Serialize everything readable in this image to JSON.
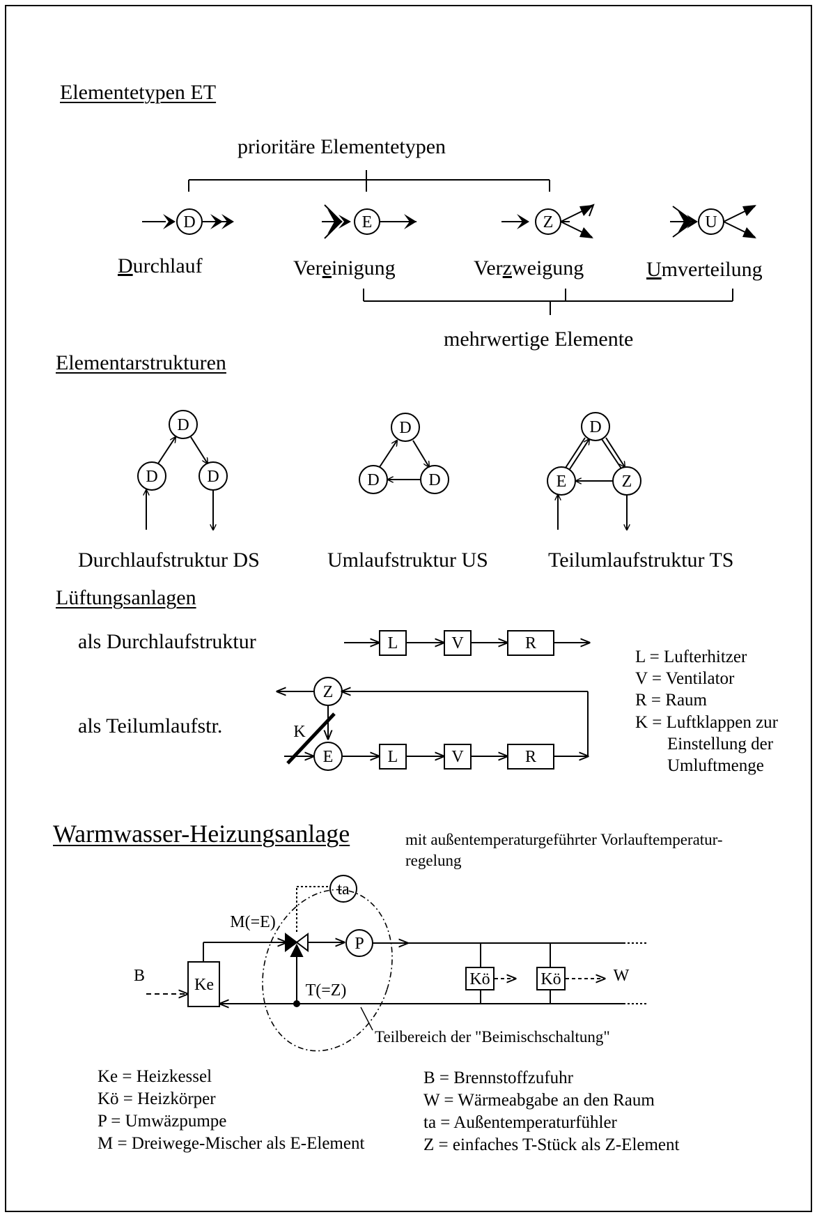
{
  "heading_elementtypes": "Elementetypen ET",
  "priority_label": "prioritäre Elementetypen",
  "element_types": [
    {
      "symbol": "D",
      "name": "Durchlauf",
      "underlined_letter": "D"
    },
    {
      "symbol": "E",
      "name": "Vereinigung",
      "underlined_letter": "e"
    },
    {
      "symbol": "Z",
      "name": "Verzweigung",
      "underlined_letter": "z"
    },
    {
      "symbol": "U",
      "name": "Umverteilung",
      "underlined_letter": "U"
    }
  ],
  "multivalued_label": "mehrwertige Elemente",
  "heading_structures": "Elementarstrukturen",
  "structures": [
    {
      "name": "Durchlaufstruktur DS",
      "nodes": [
        "D",
        "D",
        "D"
      ]
    },
    {
      "name": "Umlaufstruktur US",
      "nodes": [
        "D",
        "D",
        "D"
      ]
    },
    {
      "name": "Teilumlaufstruktur TS",
      "nodes": [
        "D",
        "E",
        "Z"
      ]
    }
  ],
  "heading_ventilation": "Lüftungsanlagen",
  "ventilation": {
    "row1_label": "als Durchlaufstruktur",
    "row2_label": "als Teilumlaufstr.",
    "boxes": [
      "L",
      "V",
      "R"
    ],
    "nodes": {
      "z": "Z",
      "e": "E",
      "k": "K"
    },
    "legend": [
      "L = Lufterhitzer",
      "V = Ventilator",
      "R = Raum",
      "K = Luftklappen zur",
      "Einstellung der",
      "Umluftmenge"
    ]
  },
  "heading_heating": "Warmwasser-Heizungsanlage",
  "heating_subtitle": [
    "mit außentemperaturgeführter Vorlauftemperatur-",
    "regelung"
  ],
  "heating": {
    "b": "B",
    "ke": "Ke",
    "m": "M(=E)",
    "t": "T(=Z)",
    "ta": "ta",
    "p": "P",
    "ko1": "Kö",
    "ko2": "Kö",
    "w": "W",
    "region_label": "Teilbereich der \"Beimischschaltung\""
  },
  "heating_legend_left": [
    "Ke = Heizkessel",
    "Kö = Heizkörper",
    "P   = Umwäzpumpe",
    "M  = Dreiwege-Mischer als E-Element"
  ],
  "heating_legend_right": [
    "B   = Brennstoffzufuhr",
    "W  = Wärmeabgabe an den Raum",
    "ta   = Außentemperaturfühler",
    "Z   = einfaches T-Stück als Z-Element"
  ]
}
